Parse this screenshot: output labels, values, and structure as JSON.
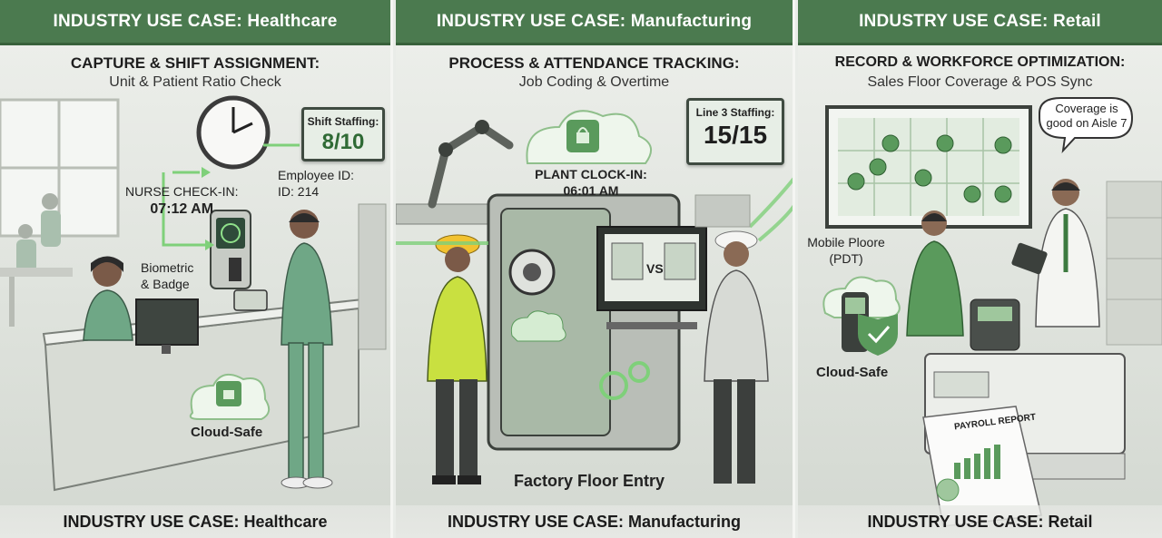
{
  "panels": {
    "healthcare": {
      "header": "INDUSTRY USE CASE: Healthcare",
      "title": "CAPTURE & SHIFT ASSIGNMENT:",
      "subtitle": "Unit & Patient Ratio Check",
      "board_label": "Shift Staffing:",
      "board_value": "8/10",
      "checkin_label": "NURSE CHECK-IN:",
      "checkin_time": "07:12 AM",
      "employee_label": "Employee ID:",
      "employee_id": "ID: 214",
      "biometric_label": "Biometric & Badge",
      "cloud_label": "Cloud-Safe",
      "footer": "INDUSTRY USE CASE: Healthcare"
    },
    "manufacturing": {
      "header": "INDUSTRY USE CASE: Manufacturing",
      "title": "PROCESS & ATTENDANCE TRACKING:",
      "subtitle": "Job Coding & Overtime",
      "board_label": "Line 3 Staffing:",
      "board_value": "15/15",
      "clockin_label": "PLANT CLOCK-IN:",
      "clockin_time": "06:01 AM",
      "vs_label": "VS",
      "floor_label": "Factory Floor Entry",
      "footer": "INDUSTRY USE CASE: Manufacturing"
    },
    "retail": {
      "header": "INDUSTRY USE CASE: Retail",
      "title": "RECORD & WORKFORCE OPTIMIZATION:",
      "subtitle": "Sales Floor Coverage & POS Sync",
      "speech": "Coverage is good on Aisle 7",
      "mobile_label": "Mobile Ploore (PDT)",
      "cloud_label": "Cloud-Safe",
      "report_label": "PAYROLL REPORT",
      "footer": "INDUSTRY USE CASE: Retail"
    }
  },
  "colors": {
    "accent": "#4b7a4f",
    "accent_dark": "#38613b",
    "glow": "#7fd07a",
    "background": "#e9ece8"
  }
}
